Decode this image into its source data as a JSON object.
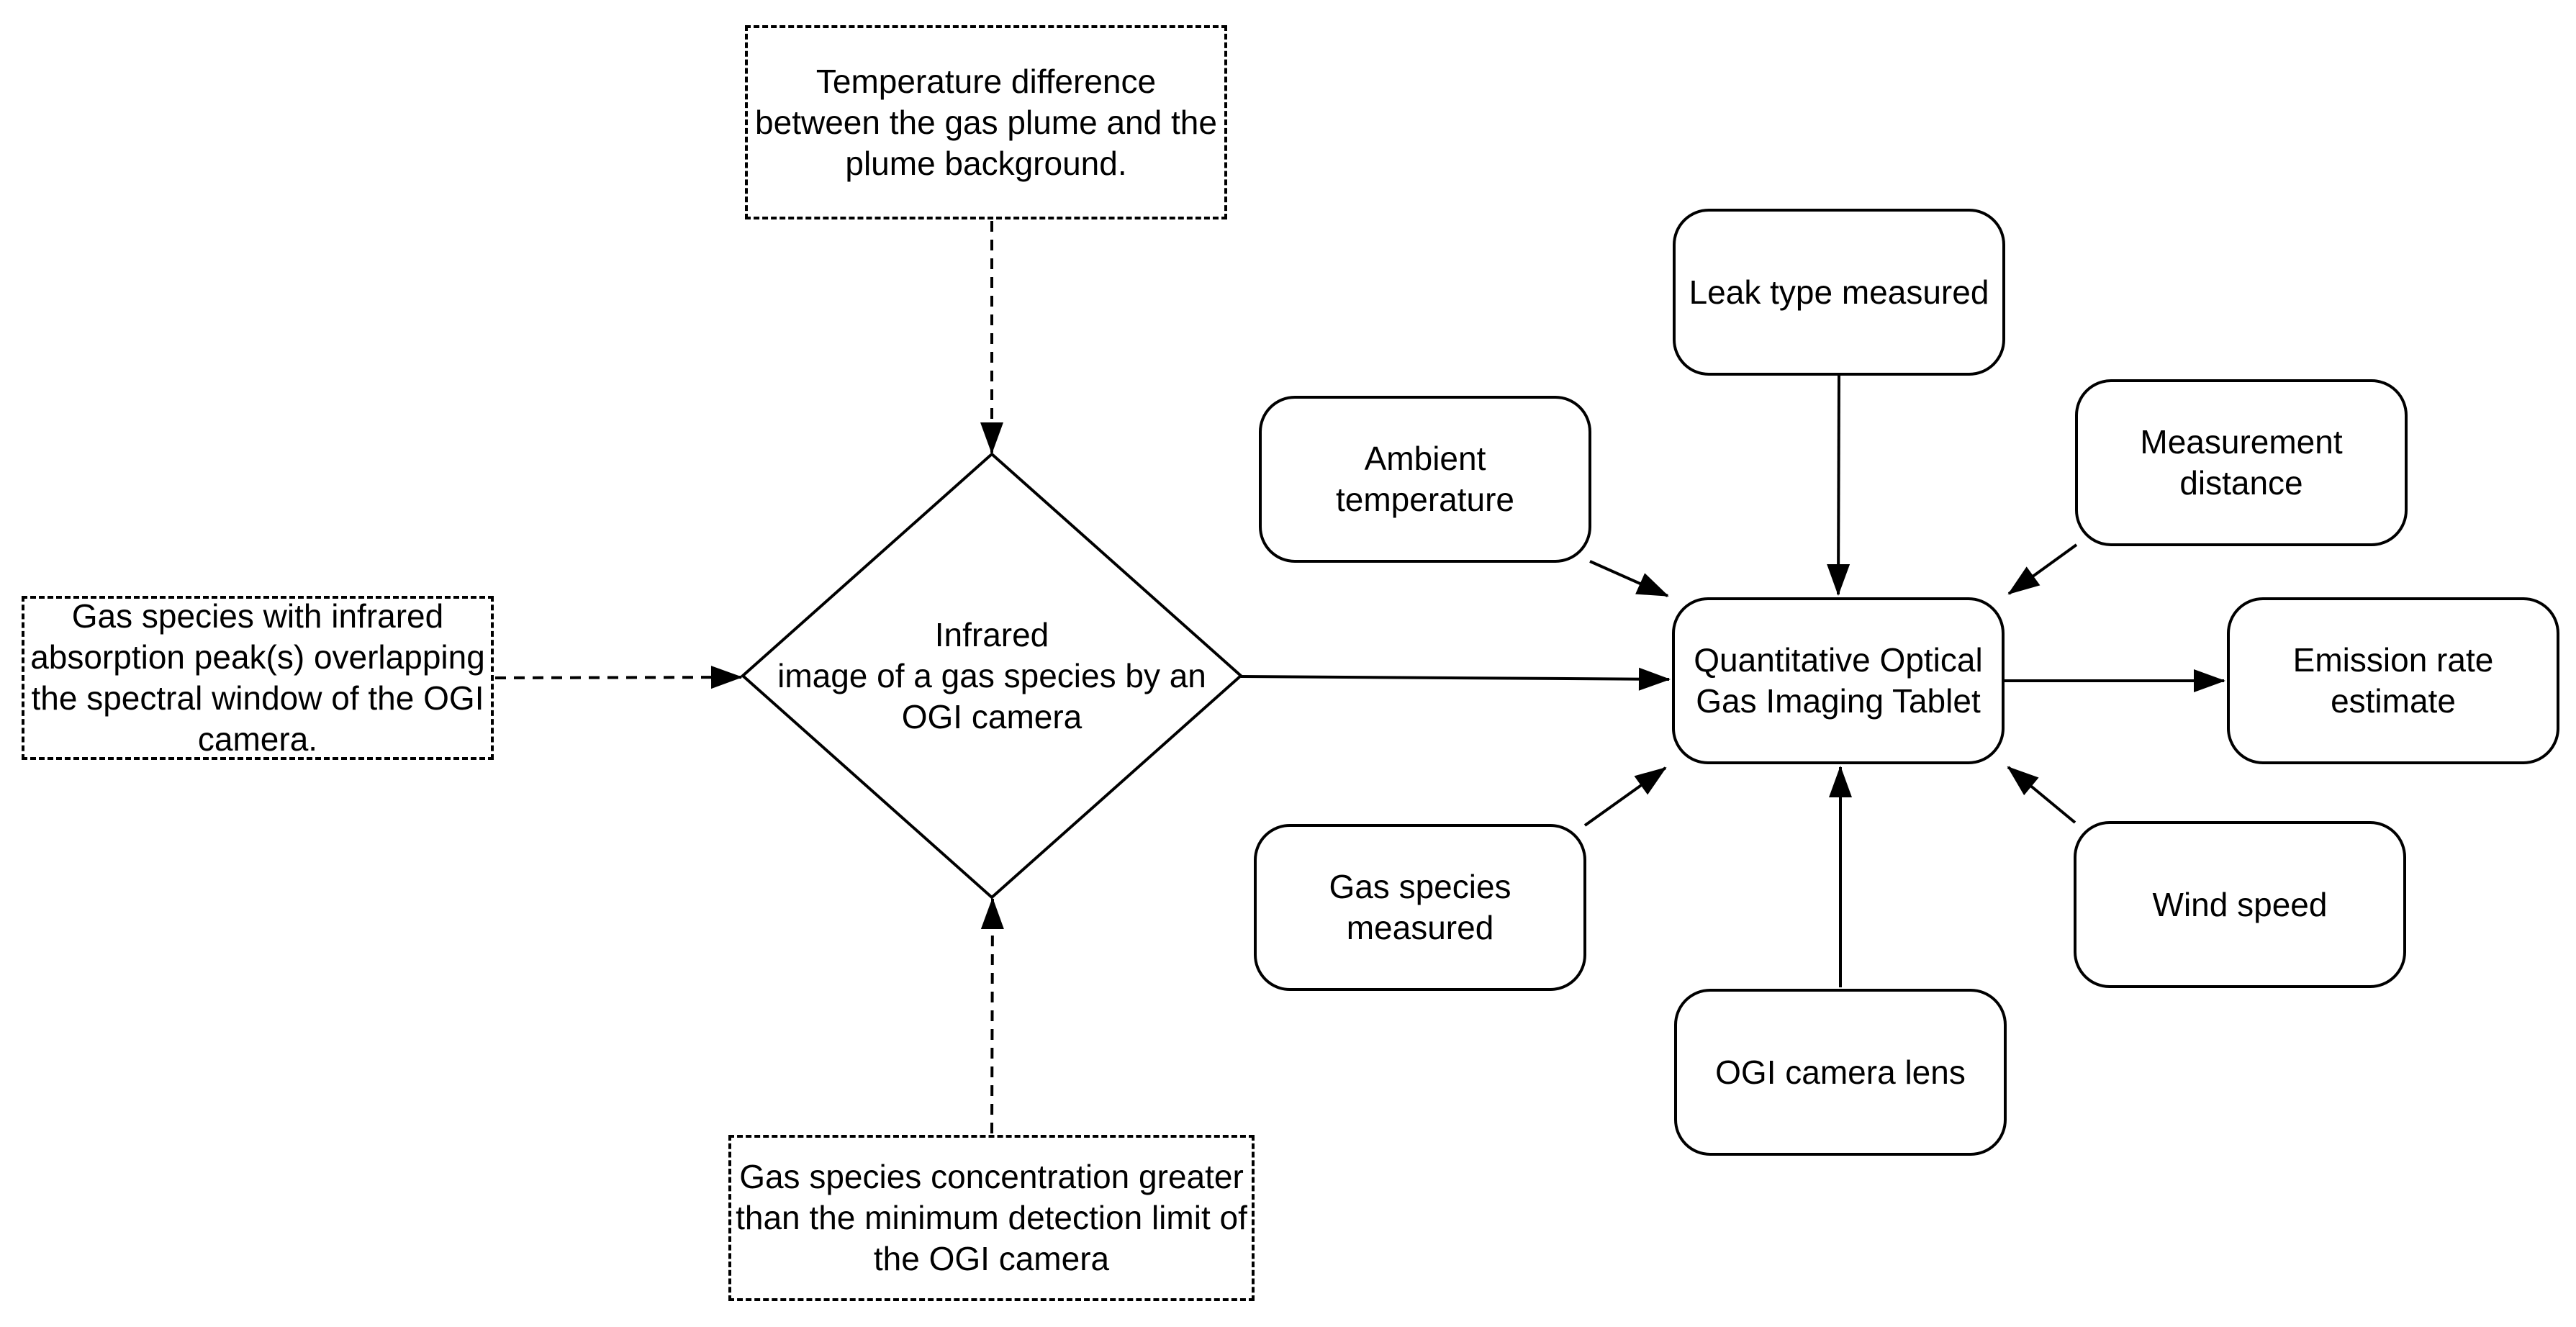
{
  "diagram": {
    "background_color": "#ffffff",
    "stroke_color": "#000000",
    "text_color": "#000000",
    "nodes": {
      "temperature_difference": {
        "label": "Temperature difference\nbetween the gas plume and the\nplume background.",
        "shape": "dashed-rectangle"
      },
      "gas_species_absorption": {
        "label": "Gas species with infrared\nabsorption peak(s) overlapping\nthe spectral window of the OGI\ncamera.",
        "shape": "dashed-rectangle"
      },
      "gas_concentration": {
        "label": "Gas species concentration greater\nthan the minimum detection limit of\nthe OGI camera",
        "shape": "dashed-rectangle"
      },
      "infrared_image": {
        "label": "Infrared\nimage of a gas species by an\nOGI camera",
        "shape": "diamond"
      },
      "leak_type": {
        "label": "Leak type measured",
        "shape": "rounded-rectangle"
      },
      "ambient_temperature": {
        "label": "Ambient\ntemperature",
        "shape": "rounded-rectangle"
      },
      "measurement_distance": {
        "label": "Measurement\ndistance",
        "shape": "rounded-rectangle"
      },
      "qogi_tablet": {
        "label": "Quantitative Optical\nGas Imaging Tablet",
        "shape": "rounded-rectangle"
      },
      "emission_rate": {
        "label": "Emission rate\nestimate",
        "shape": "rounded-rectangle"
      },
      "gas_species_measured": {
        "label": "Gas species\nmeasured",
        "shape": "rounded-rectangle"
      },
      "wind_speed": {
        "label": "Wind speed",
        "shape": "rounded-rectangle"
      },
      "ogi_camera_lens": {
        "label": "OGI camera lens",
        "shape": "rounded-rectangle"
      }
    },
    "edges": [
      {
        "from": "temperature_difference",
        "to": "infrared_image",
        "style": "dashed"
      },
      {
        "from": "gas_species_absorption",
        "to": "infrared_image",
        "style": "dashed"
      },
      {
        "from": "gas_concentration",
        "to": "infrared_image",
        "style": "dashed"
      },
      {
        "from": "infrared_image",
        "to": "qogi_tablet",
        "style": "solid"
      },
      {
        "from": "leak_type",
        "to": "qogi_tablet",
        "style": "solid"
      },
      {
        "from": "ambient_temperature",
        "to": "qogi_tablet",
        "style": "solid"
      },
      {
        "from": "measurement_distance",
        "to": "qogi_tablet",
        "style": "solid"
      },
      {
        "from": "gas_species_measured",
        "to": "qogi_tablet",
        "style": "solid"
      },
      {
        "from": "ogi_camera_lens",
        "to": "qogi_tablet",
        "style": "solid"
      },
      {
        "from": "wind_speed",
        "to": "qogi_tablet",
        "style": "solid"
      },
      {
        "from": "qogi_tablet",
        "to": "emission_rate",
        "style": "solid"
      }
    ]
  }
}
